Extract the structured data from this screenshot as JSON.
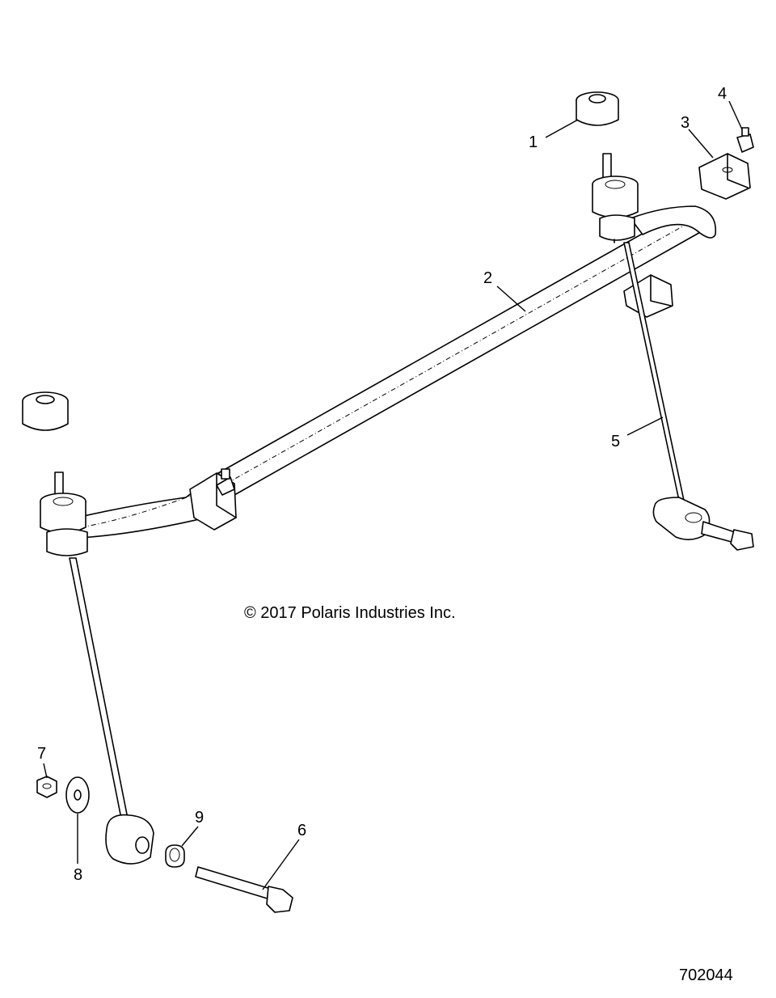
{
  "callouts": {
    "c1": "1",
    "c2": "2",
    "c3": "3",
    "c4": "4",
    "c5": "5",
    "c6": "6",
    "c7": "7",
    "c8": "8",
    "c9": "9"
  },
  "copyright": "© 2017 Polaris Industries Inc.",
  "figure_number": "702044"
}
